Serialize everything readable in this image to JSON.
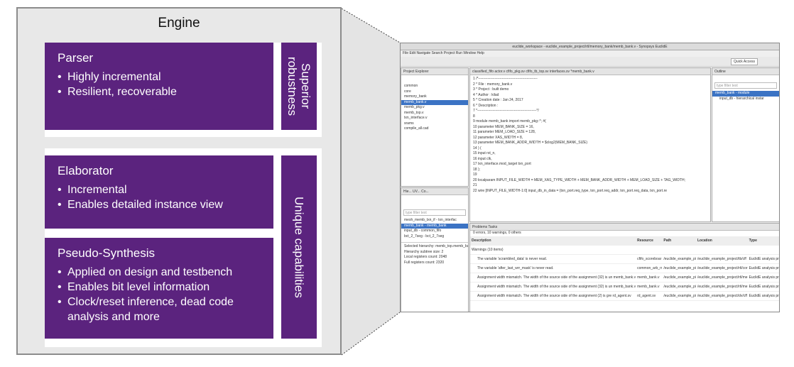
{
  "engine": {
    "title": "Engine",
    "parser": {
      "title": "Parser",
      "bullets": [
        "Highly incremental",
        "Resilient, recoverable"
      ]
    },
    "robustness_label": "Superior robustness",
    "elaborator": {
      "title": "Elaborator",
      "bullets": [
        "Incremental",
        "Enables detailed instance view"
      ]
    },
    "pseudo": {
      "title": "Pseudo-Synthesis",
      "bullets": [
        "Applied on design and testbench",
        "Enables bit level information",
        "Clock/reset  inference, dead code analysis and more"
      ]
    },
    "capabilities_label": "Unique capabilities"
  },
  "colors": {
    "box": "#5b237e",
    "engine_bg": "#e8e8e8",
    "engine_border": "#8c8c8c"
  },
  "ide": {
    "window_title": "euclide_workspace - euclide_example_project/rtl/memory_bank/memb_bank.v - Synopsys EuclidE",
    "menu": "File  Edit  Navigate  Search  Project  Run  Window  Help",
    "quick_access": "Quick Access",
    "explorer_title": "Project Explorer",
    "explorer_items": [
      "common",
      "core",
      "memory_bank",
      "memb_bank.v",
      "memb_pkg.v",
      "memb_top.v",
      "txn_interface.v",
      "srams",
      "compile_all.cad"
    ],
    "tabs": "classified_fifo   actor.v   cfifo_pkg.sv   cfifo_tb_top.sv   interfaces.sv   *memb_bank.v",
    "code": [
      "1 /*--------------------------------------------------",
      "2  * File          : memory_bank.v",
      "3  * Project       : built demo",
      "4  * Author        : kilad",
      "5  * Creation date : Jan 24, 2017",
      "6  * Description   :",
      "7  *--------------------------------------------------*/",
      "8",
      "9 module memb_bank import memb_pkg::*; #(",
      "10    parameter MEM_BANK_SIZE = 16,",
      "11    parameter MEM_LOAD_SIZE = 128,",
      "12    parameter XAS_WIDTH = 8,",
      "13    parameter MEM_BANK_ADDR_WIDTH = $clog2(MEM_BANK_SIZE)",
      "14 ) (",
      "15    input rst_n,",
      "16    input clk,",
      "17    txn_interface.mod_target txn_port",
      "18 );",
      "19",
      "20 localparam INPUT_FILE_WIDTH = MEM_XAS_TYPE_WIDTH + MEM_BANK_ADDR_WIDTH + MEM_LOAD_SIZE + TAG_WIDTH;",
      "21",
      "22 wire [INPUT_FILE_WIDTH-1:0] input_db_in_data = {txn_port.req_type, txn_port.req_addr, txn_port.req_data, txn_port.re"
    ],
    "outline_title": "Outline",
    "outline_filter": "type filter text",
    "outline_items": [
      "memb_bank - module",
      "input_db - hierarchical instar"
    ],
    "hier_title": "Hie...   UV...   Co...",
    "hier_filter": "type filter text",
    "hier_items": [
      "mesh_memb_txn_if - txn_interfac",
      "memb_bank - memb_bank",
      "input_db - common_fifo",
      "bct_2_7seg - bct_2_7seg"
    ],
    "hier_info": [
      "Selected hierarchy: memb_top.memb_bank",
      "Hierarchy subtree size: 2",
      "Local registers count: 2048",
      "Full registers count: 2320"
    ],
    "problems_title": "Problems   Tasks",
    "problems_summary": "0 errors, 10 warnings, 0 others",
    "problems_headers": [
      "Description",
      "Resource",
      "Path",
      "Location",
      "Type"
    ],
    "warnings_group": "Warnings (10 items)",
    "problems_rows": [
      [
        "The variable 'scrambled_data' is never read.",
        "cfifo_scoreboar",
        "/euclide_example_pi",
        "/euclide_example_project/tb/cff",
        "EuclidE analysis proble"
      ],
      [
        "The variable 'after_last_wrr_mask' is never read.",
        "common_arb_rr",
        "/euclide_example_pi",
        "/euclide_example_project/rtl/cor",
        "EuclidE analysis proble"
      ],
      [
        "Assignment width mismatch. The width of the source side of the assignment (32) is un memb_bank.v",
        "memb_bank.v",
        "/euclide_example_pi",
        "/euclide_example_project/rtl/me",
        "EuclidE analysis proble"
      ],
      [
        "Assignment width mismatch. The width of the source side of the assignment (32) is un memb_bank.v",
        "memb_bank.v",
        "/euclide_example_pi",
        "/euclide_example_project/rtl/me",
        "EuclidE analysis proble"
      ],
      [
        "Assignment width mismatch. The width of the source side of the assignment (2) is gre rd_agent.sv",
        "rd_agent.sv",
        "/euclide_example_pi",
        "/euclide_example_project/dv/cff",
        "EuclidE analysis proble"
      ]
    ]
  }
}
